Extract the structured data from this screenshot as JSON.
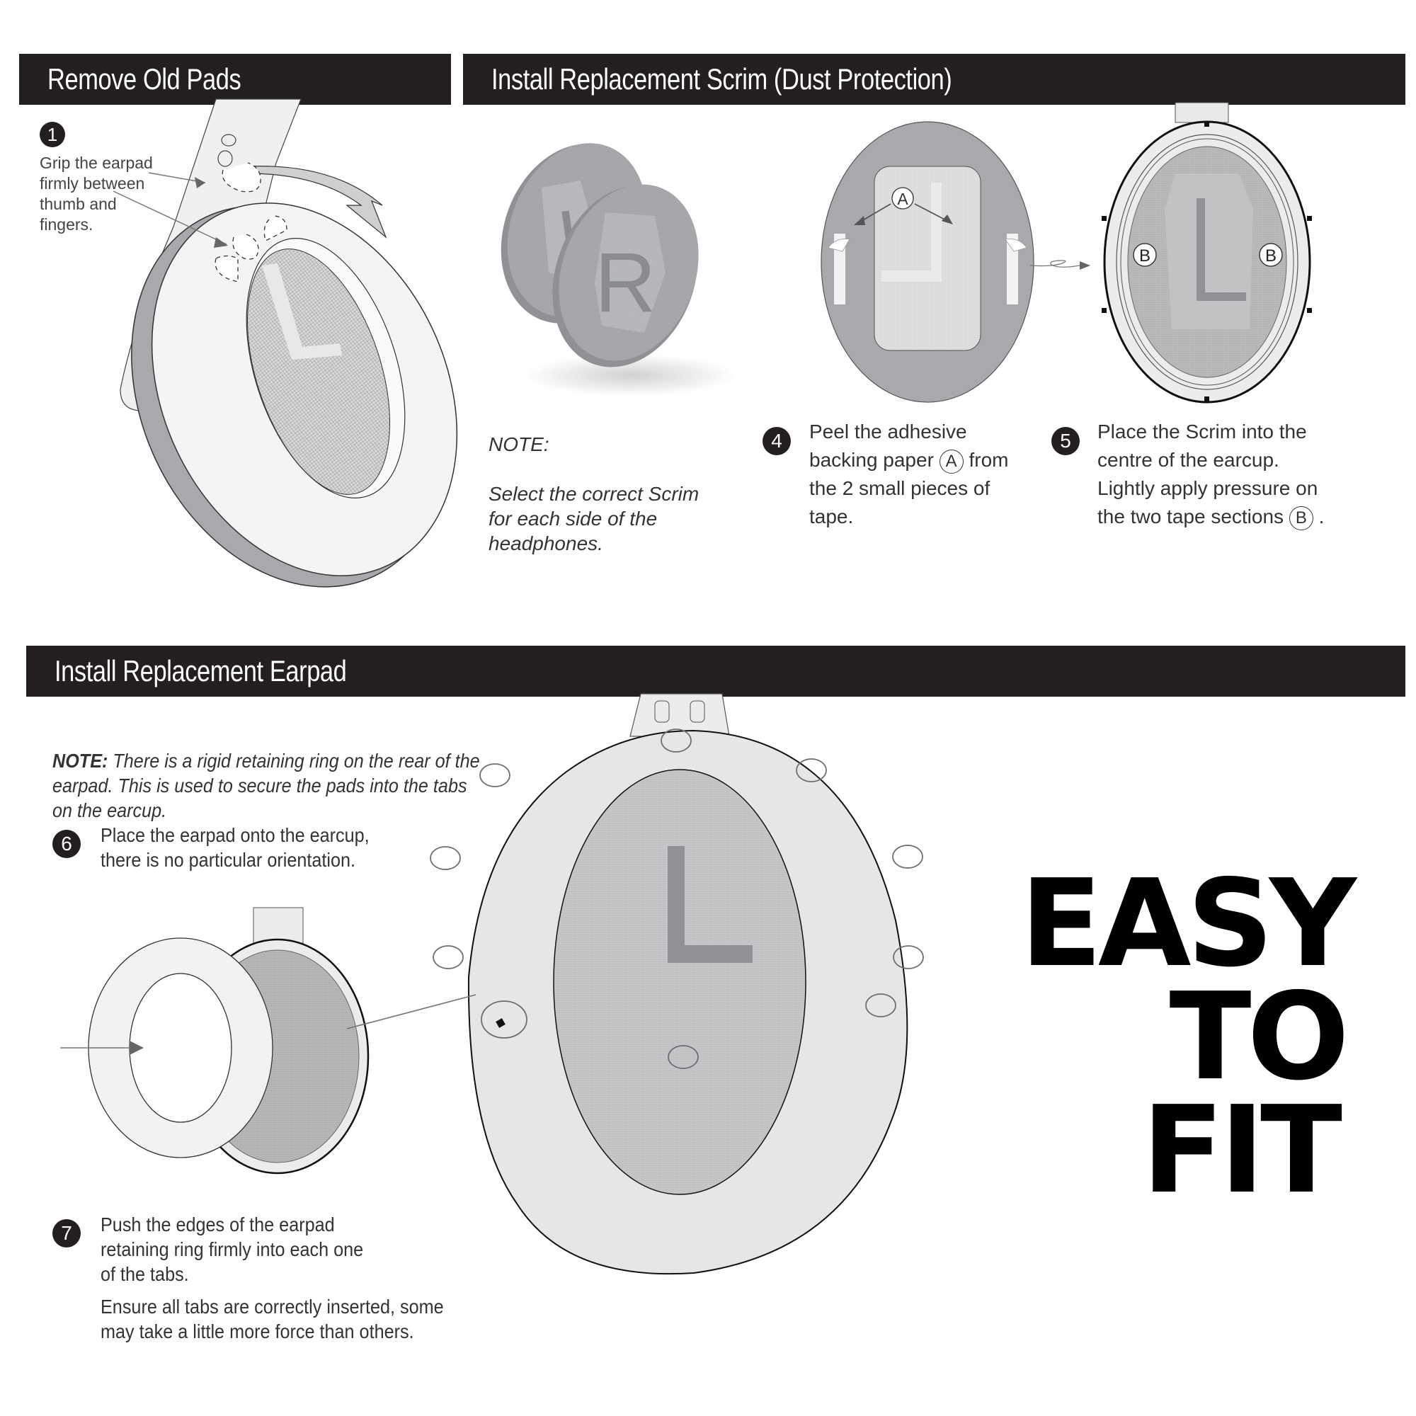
{
  "sections": {
    "remove": {
      "title": "Remove Old Pads"
    },
    "scrim": {
      "title": "Install Replacement Scrim (Dust Protection)"
    },
    "earpad": {
      "title": "Install Replacement Earpad"
    }
  },
  "steps": {
    "step1": {
      "number": "1",
      "text": "Grip the earpad\nfirmly between\nthumb and\nfingers."
    },
    "step4": {
      "number": "4",
      "line1": "Peel the adhesive",
      "line2a": "backing paper",
      "marker": "A",
      "line2b": "from",
      "line3": "the 2 small pieces of",
      "line4": "tape."
    },
    "step5": {
      "number": "5",
      "line1": "Place the Scrim into the",
      "line2": "centre of the earcup.",
      "line3": "Lightly apply pressure on",
      "line4a": "the two tape sections",
      "marker": "B",
      "line4b": "."
    },
    "step6": {
      "number": "6",
      "text": "Place the earpad onto the earcup,\nthere is no particular orientation."
    },
    "step7": {
      "number": "7",
      "text": "Push the edges of the earpad\nretaining ring firmly into each one\nof the tabs.",
      "extra": "Ensure all tabs are correctly inserted, some\nmay take a little more force than others."
    }
  },
  "notes": {
    "scrim_note": {
      "label": "NOTE:",
      "text": "Select the correct Scrim\nfor each side of the\nheadphones."
    },
    "earpad_note": {
      "label": "NOTE:",
      "text": " There is a rigid retaining ring on the rear of the\nearpad. This is used to secure the pads into the tabs\non the earcup."
    }
  },
  "illustrations": {
    "scrim_left_letter": "L",
    "scrim_right_letter": "R",
    "earcup_letter": "L",
    "marker_a": "A",
    "marker_b": "B"
  },
  "slogan": {
    "line1": "EASY",
    "line2": "TO",
    "line3": "FIT"
  },
  "colors": {
    "bar": "#231f20",
    "text": "#333333",
    "pad_light": "#f2f2f2",
    "scrim_grey": "#a7a9ac",
    "dark_grey": "#808285"
  }
}
